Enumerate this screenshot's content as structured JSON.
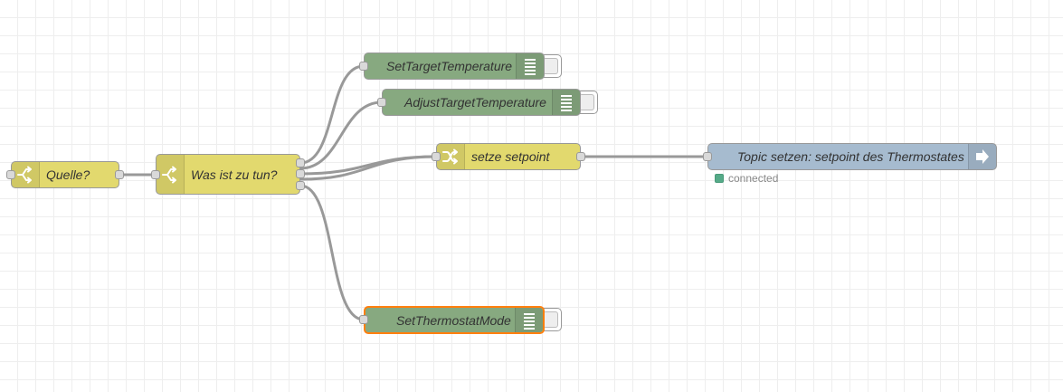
{
  "flow": {
    "nodes": {
      "quelle": {
        "label": "Quelle?",
        "type": "switch",
        "color": "#e2d96e",
        "icon": "switch-icon"
      },
      "was_ist_zu_tun": {
        "label": "Was ist zu tun?",
        "type": "switch",
        "color": "#e2d96e",
        "icon": "switch-icon"
      },
      "set_target_temperature": {
        "label": "SetTargetTemperature",
        "type": "debug",
        "color": "#87a980",
        "icon": "debug-list-icon"
      },
      "adjust_target_temperature": {
        "label": "AdjustTargetTemperature",
        "type": "debug",
        "color": "#87a980",
        "icon": "debug-list-icon"
      },
      "setze_setpoint": {
        "label": "setze setpoint",
        "type": "change",
        "color": "#e2d96e",
        "icon": "shuffle-icon"
      },
      "topic_setzen": {
        "label": "Topic setzen: setpoint des Thermostates",
        "type": "mqtt-out",
        "color": "#a6bbcf",
        "icon": "bridge-out-icon",
        "status": {
          "text": "connected",
          "color": "#5a8"
        }
      },
      "set_thermostat_mode": {
        "label": "SetThermostatMode",
        "type": "debug",
        "color": "#87a980",
        "icon": "debug-list-icon",
        "selected": true,
        "selection_color": "#ff7f0e"
      }
    },
    "wire_color": "#999999"
  }
}
